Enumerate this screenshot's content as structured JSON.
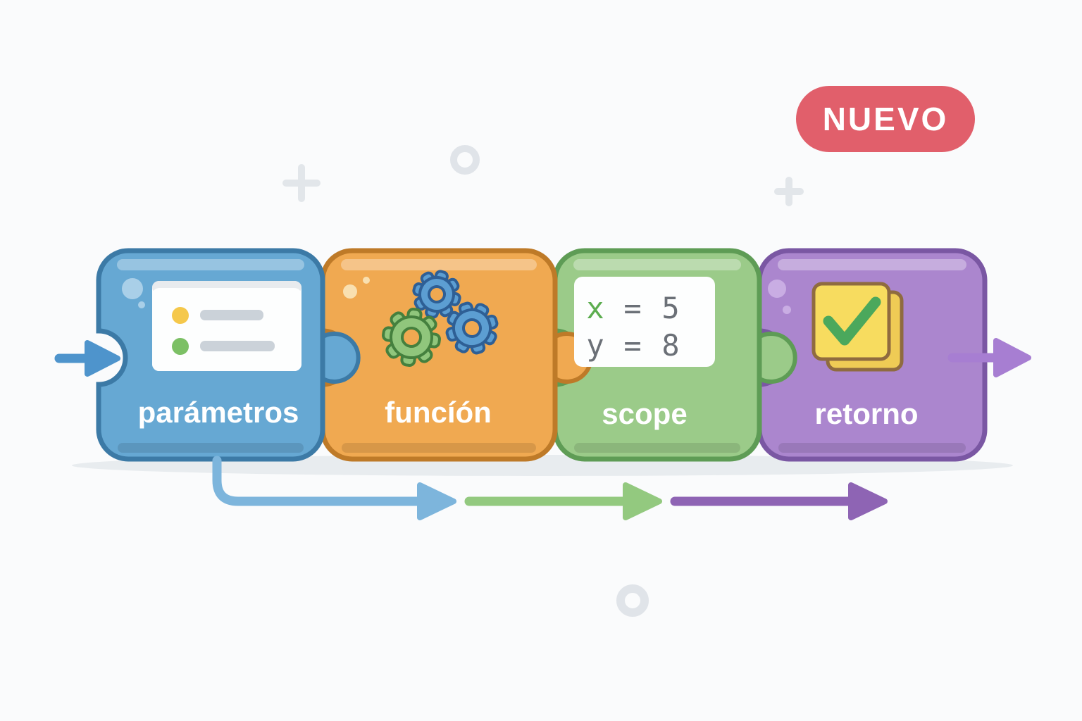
{
  "page": {
    "background": "#FAFBFC"
  },
  "badge": {
    "label": "NUEVO",
    "fill": "#E15F6B",
    "text_color": "#FFFFFF"
  },
  "pieces": [
    {
      "label": "parámetros",
      "fill": "#66A8D3",
      "border": "#3C7AA6",
      "icon": "parameters-list-icon",
      "list_card": {
        "bullet1_color": "#F5C84B",
        "bullet2_color": "#7CC065",
        "bar_color": "#CBD2D9"
      }
    },
    {
      "label": "funcíón",
      "fill": "#F0A951",
      "border": "#BE7A28",
      "icon": "gears-icon",
      "gear_blue_color": "#5C9ED2",
      "gear_green_color": "#90C67C"
    },
    {
      "label": "scope",
      "fill": "#9BCB89",
      "border": "#5E9C55",
      "icon": "variables-card-icon",
      "card": {
        "line1": {
          "var": "x",
          "op": "=",
          "val": "5"
        },
        "line2": {
          "var": "y",
          "op": "=",
          "val": "8"
        },
        "x_color": "#5CAD4F",
        "text_color": "#6B7077"
      }
    },
    {
      "label": "retorno",
      "fill": "#AB86CE",
      "border": "#7A57A3",
      "icon": "checked-notes-icon",
      "note_fill": "#F7DC5F",
      "check_color": "#4BA85C"
    }
  ],
  "flow": {
    "input_arrow_color": "#4E94CC",
    "arrow1_color": "#7DB5DC",
    "arrow2_color": "#93C97F",
    "arrow3_color": "#8E64B4",
    "output_arrow_color": "#A77ED2"
  }
}
